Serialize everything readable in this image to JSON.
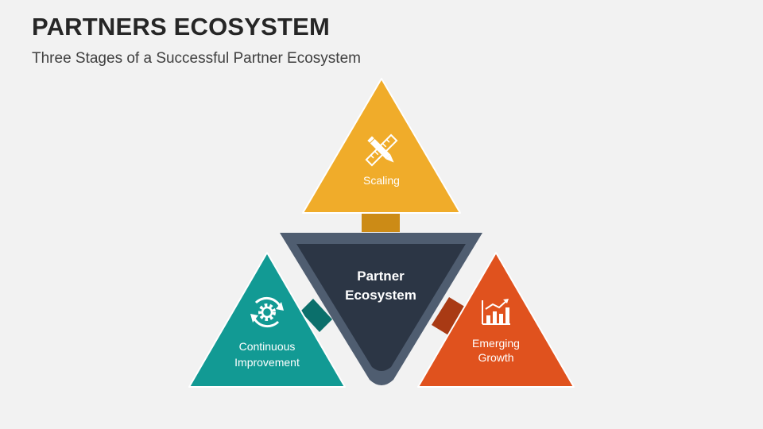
{
  "header": {
    "title": "PARTNERS ECOSYSTEM",
    "subtitle": "Three Stages of a Successful Partner Ecosystem"
  },
  "center": {
    "line1": "Partner",
    "line2": "Ecosystem",
    "fill": "#2c3645",
    "border": "#4f5d70"
  },
  "stages": {
    "top": {
      "line1": "Scaling",
      "icon": "pencil-ruler-icon",
      "color": "#f0ac2a",
      "connector": "#cc8b16"
    },
    "left": {
      "line1": "Continuous",
      "line2": "Improvement",
      "icon": "gear-cycle-icon",
      "color": "#129a94",
      "connector": "#0b6f6b"
    },
    "right": {
      "line1": "Emerging",
      "line2": "Growth",
      "icon": "growth-chart-icon",
      "color": "#e0521e",
      "connector": "#a93a14"
    }
  }
}
